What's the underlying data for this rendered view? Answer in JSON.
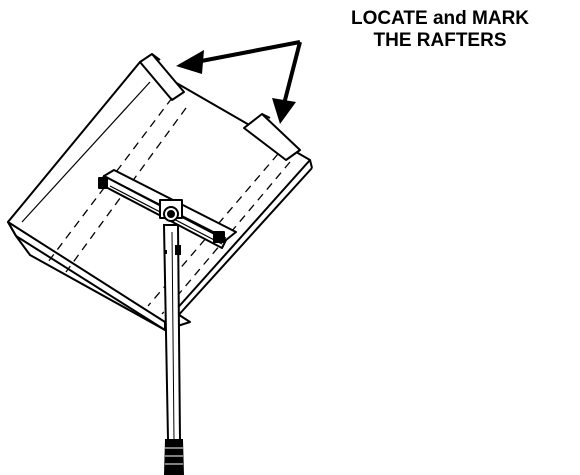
{
  "caption": {
    "line1": "LOCATE and MARK",
    "line2": "THE RAFTERS"
  },
  "colors": {
    "ink": "#000000",
    "paper": "#ffffff"
  },
  "icons": {
    "arrow": "arrowhead",
    "tool": "pole-mounted-stud-finder"
  }
}
